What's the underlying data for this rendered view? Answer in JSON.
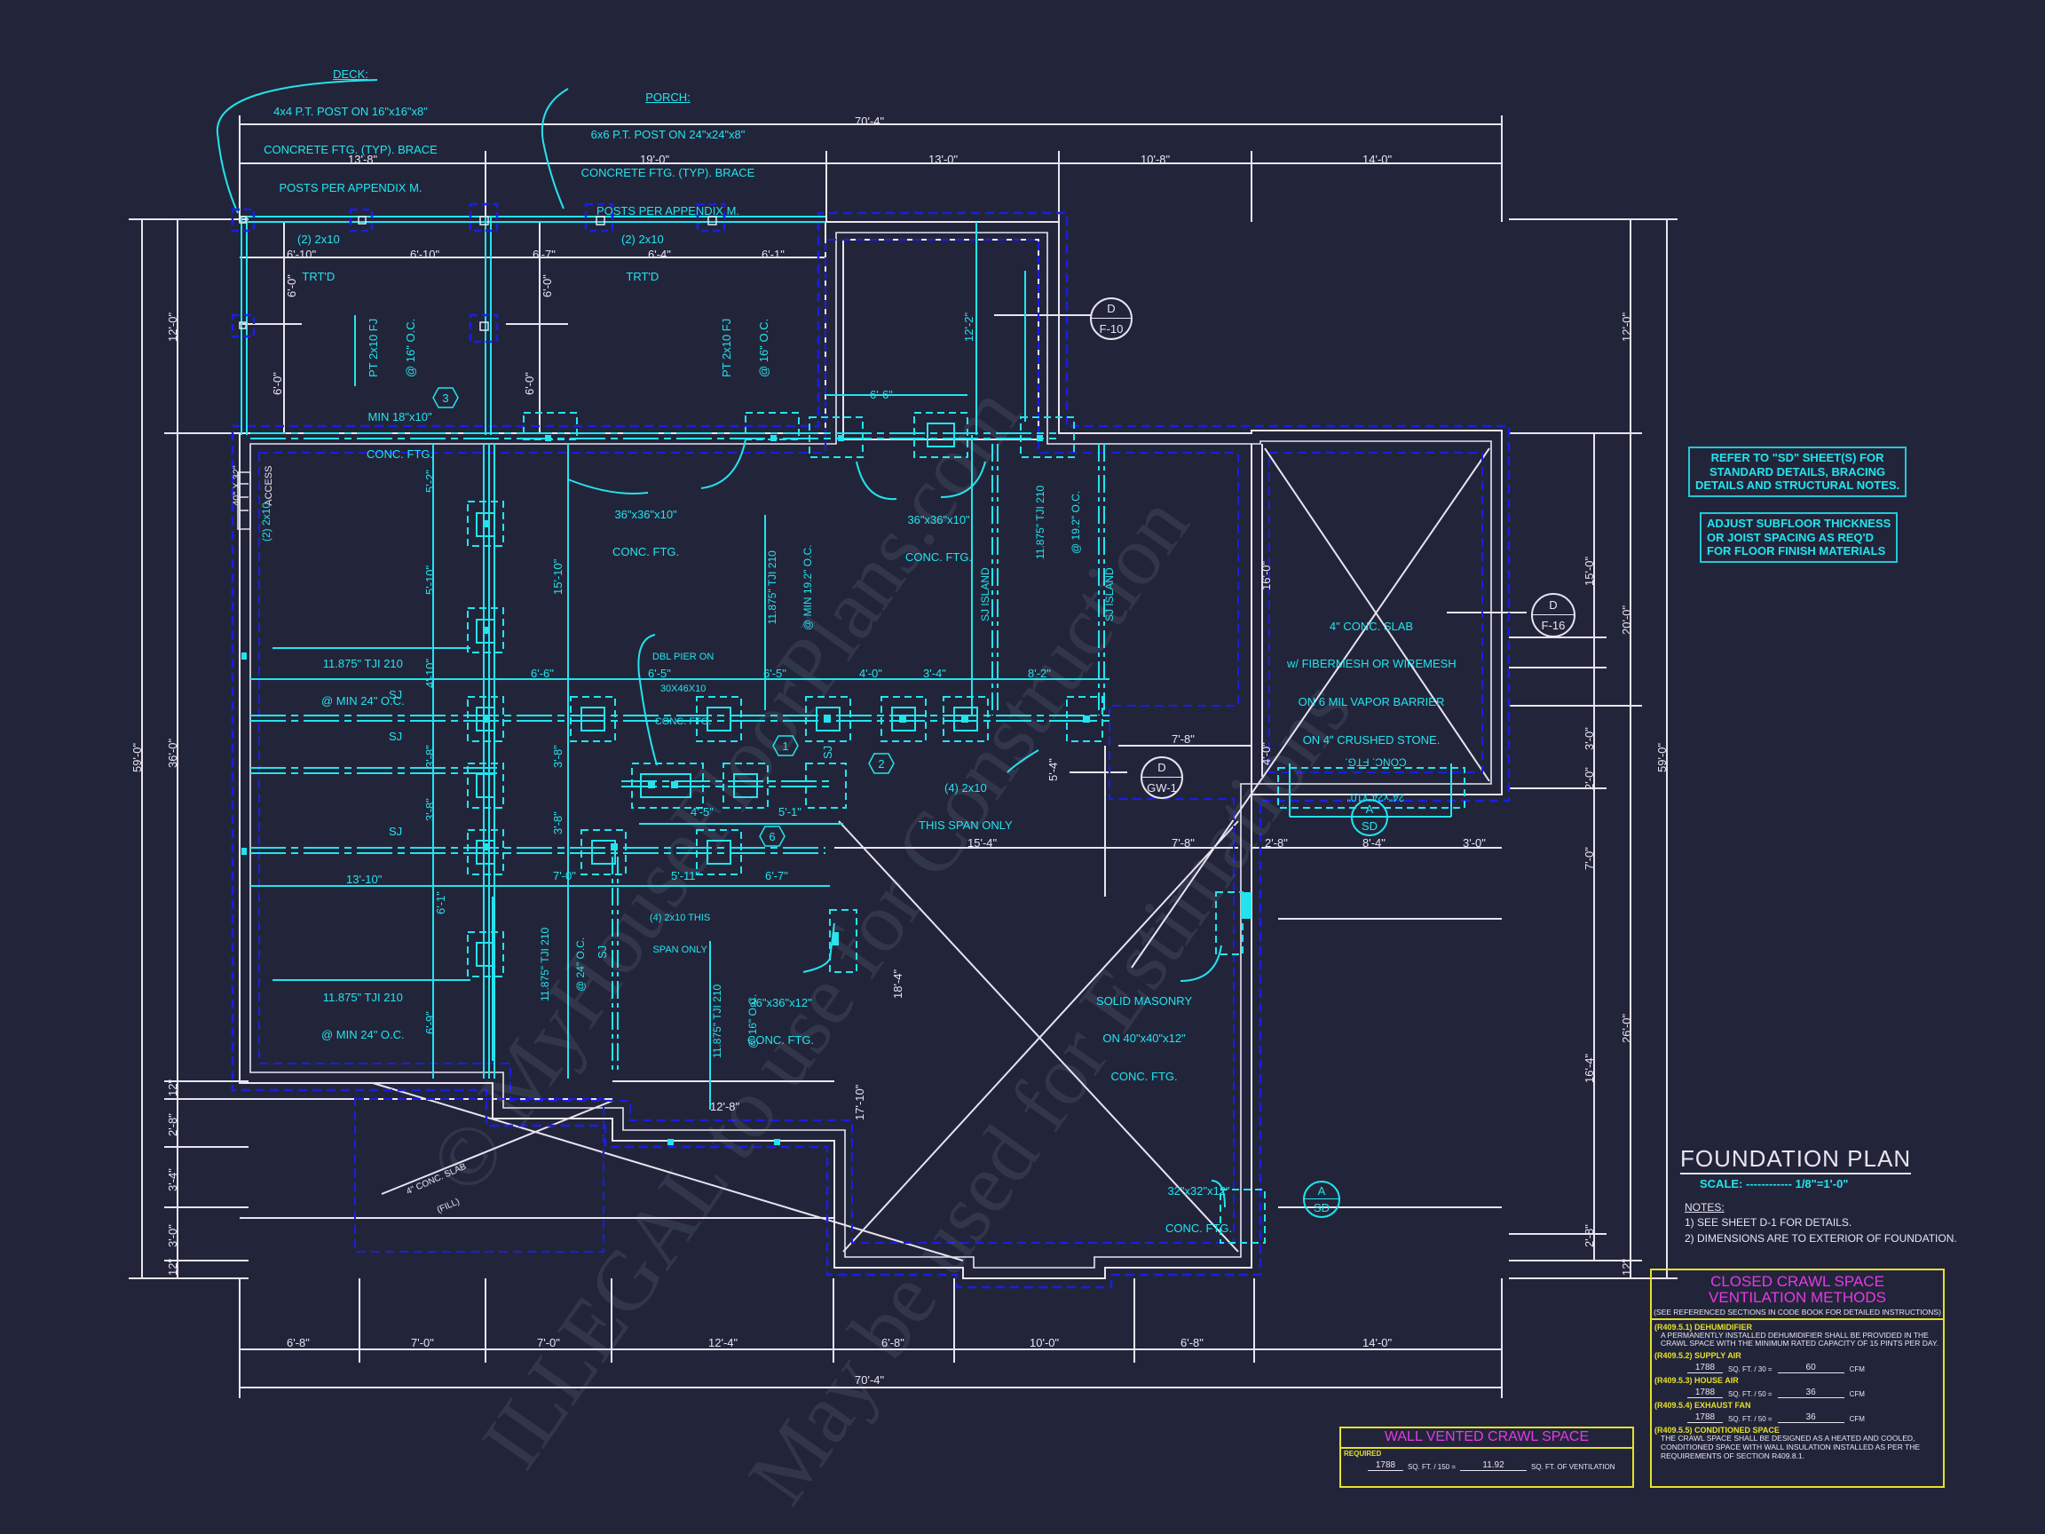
{
  "sheet": {
    "title": "FOUNDATION PLAN",
    "scale_label": "SCALE:",
    "scale_dashes": "------------",
    "scale_value": "1/8\"=1'-0\"",
    "notes_heading": "NOTES:",
    "notes": [
      "1)  SEE SHEET D-1 FOR DETAILS.",
      "2)  DIMENSIONS ARE TO EXTERIOR OF FOUNDATION."
    ],
    "colors": {
      "background": "#22253a",
      "cyan": "#22e4ee",
      "white_lines": "#e8e4f0",
      "blue_dashed": "#1a1ee0",
      "yellow": "#e6e02a",
      "magenta": "#e838e6"
    }
  },
  "callouts": {
    "deck": {
      "heading": "DECK:",
      "lines": [
        "4x4 P.T. POST ON 16\"x16\"x8\"",
        "CONCRETE FTG. (TYP). BRACE",
        "POSTS PER APPENDIX M."
      ]
    },
    "porch": {
      "heading": "PORCH:",
      "lines": [
        "6x6 P.T. POST ON 24\"x24\"x8\"",
        "CONCRETE FTG. (TYP). BRACE",
        "POSTS PER APPENDIX M."
      ]
    },
    "refer_sd": [
      "REFER TO \"SD\"  SHEET(S) FOR",
      "STANDARD DETAILS, BRACING",
      "DETAILS AND STRUCTURAL NOTES."
    ],
    "adjust_subfloor": [
      "ADJUST SUBFLOOR THICKNESS",
      "OR JOIST SPACING AS REQ'D",
      "FOR FLOOR FINISH MATERIALS"
    ]
  },
  "dimensions": {
    "top_overall": "70'-4\"",
    "top_segments": [
      "13'-8\"",
      "19'-0\"",
      "13'-0\"",
      "10'-8\"",
      "14'-0\""
    ],
    "bottom_overall": "70'-4\"",
    "bottom_segments": [
      "6'-8\"",
      "7'-0\"",
      "7'-0\"",
      "12'-4\"",
      "6'-8\"",
      "10'-0\"",
      "6'-8\"",
      "14'-0\""
    ],
    "left_overall": "59'-0\"",
    "left_segments": [
      "12'-0\"",
      "36'-0\"",
      "12\"",
      "2'-8\"",
      "3'-4\"",
      "3'-0\"",
      "12\""
    ],
    "right_overall": "59'-0\"",
    "right_segments": [
      "12'-0\"",
      "20'-0\"",
      "26'-0\"",
      "12\""
    ],
    "right_inner_segments": [
      "15'-0\"",
      "3'-0\"",
      "2'-0\"",
      "7'-0\"",
      "16'-4\"",
      "2'-8\""
    ],
    "deck_row": [
      "6'-10\"",
      "6'-10\"",
      "6'-7\"",
      "6'-4\"",
      "6'-1\""
    ],
    "deck_vertical": [
      "6'-0\"",
      "6'-0\"",
      "6'-0\"",
      "6'-0\""
    ],
    "beam_row_1": [
      "6'-6\"",
      "6'-5\"",
      "6'-5\"",
      "4'-0\"",
      "3'-4\"",
      "8'-2\""
    ],
    "beam_row_mid": [
      "4'-5\"",
      "5'-1\""
    ],
    "beam_row_3": [
      "13'-10\"",
      "7'-0\"",
      "5'-11\"",
      "6'-7\""
    ],
    "pier_vertical": [
      "5'-2\"",
      "5'-10\"",
      "4'-10\"",
      "3'-8\"",
      "3'-8\"",
      "6'-1\"",
      "6'-9\""
    ],
    "misc": {
      "porch_span": "6'-6\"",
      "v_12_2": "12'-2\"",
      "v_15_10": "15'-10\"",
      "v_16_0": "16'-0\"",
      "v_4_0": "4'-0\"",
      "v_5_4": "5'-4\"",
      "v_18_4": "18'-4\"",
      "v_17_10": "17'-10\"",
      "h_7_8_a": "7'-8\"",
      "h_7_8_b": "7'-8\"",
      "h_15_4": "15'-4\"",
      "h_2_8": "2'-8\"",
      "h_8_4": "8'-4\"",
      "h_3_0": "3'-0\"",
      "h_12_8": "12'-8\""
    }
  },
  "labels": {
    "two_2x10_trtd_a": [
      "(2) 2x10",
      "TRT'D"
    ],
    "two_2x10_trtd_b": [
      "(2) 2x10",
      "TRT'D"
    ],
    "pt_fj_a": [
      "PT 2x10 FJ",
      "@ 16\" O.C."
    ],
    "pt_fj_b": [
      "PT 2x10 FJ",
      "@ 16\" O.C."
    ],
    "min_ftg": [
      "MIN 18\"x10\"",
      "CONC. FTG."
    ],
    "access": [
      "40\" X 32\"",
      "ACCESS"
    ],
    "two_2x10_side": "(2) 2x10",
    "conc_ftg_36_a": [
      "36\"x36\"x10\"",
      "CONC. FTG."
    ],
    "conc_ftg_36_b": [
      "36\"x36\"x10\"",
      "CONC. FTG."
    ],
    "tji_left_a": [
      "11.875\" TJI 210",
      "@ MIN 24\" O.C."
    ],
    "tji_left_b": [
      "11.875\" TJI 210",
      "@ MIN 24\" O.C."
    ],
    "tji_center": [
      "11.875\" TJI 210",
      "@ MIN 19.2\" O.C."
    ],
    "tji_porch": [
      "11.875\" TJI 210",
      "@ 19.2\" O.C."
    ],
    "tji_lower_a": [
      "11.875\" TJI 210",
      "@ 24\" O.C."
    ],
    "tji_lower_b": [
      "11.875\" TJI 210",
      "@ 16\" O.C."
    ],
    "dbl_pier": [
      "DBL PIER ON",
      "30X46X10",
      "CONC. FTG."
    ],
    "sj_island_a": "SJ ISLAND",
    "sj_island_b": "SJ ISLAND",
    "sj": "SJ",
    "four_2x10_a": [
      "(4) 2x10",
      "THIS SPAN ONLY"
    ],
    "four_2x10_b": [
      "(4) 2x10 THIS",
      "SPAN ONLY"
    ],
    "conc_ftg_36x12": [
      "36\"x36\"x12\"",
      "CONC. FTG."
    ],
    "garage_slab": [
      "4\" CONC. SLAB",
      "w/ FIBERMESH OR WIREMESH",
      "ON 6 MIL VAPOR BARRIER",
      "ON 4\" CRUSHED STONE."
    ],
    "ftg_24_mirrored": [
      "24\"x24\"x10\"",
      "CONC. FTG."
    ],
    "solid_masonry": [
      "SOLID MASONRY",
      "ON 40\"x40\"x12\"",
      "CONC. FTG."
    ],
    "conc_ftg_32": [
      "32\"x32\"x12\"",
      "CONC. FTG."
    ],
    "slab_fill": [
      "4\" CONC. SLAB",
      "(FILL)"
    ]
  },
  "detail_tags": [
    {
      "id": "tag-d-f10",
      "top": "D",
      "bottom": "F-10"
    },
    {
      "id": "tag-d-f16",
      "top": "D",
      "bottom": "F-16"
    },
    {
      "id": "tag-d-gw1",
      "top": "D",
      "bottom": "GW-1"
    },
    {
      "id": "tag-a-sd-1",
      "top": "A",
      "bottom": "SD"
    },
    {
      "id": "tag-a-sd-2",
      "top": "A",
      "bottom": "SD"
    }
  ],
  "hex_tags": [
    "1",
    "2",
    "3",
    "6"
  ],
  "closed_crawl": {
    "title_lines": [
      "CLOSED CRAWL SPACE",
      "VENTILATION METHODS"
    ],
    "subtitle": "(SEE REFERENCED SECTIONS IN CODE BOOK FOR DETAILED INSTRUCTIONS)",
    "sections": [
      {
        "code": "(R409.5.1)",
        "name": "DEHUMIDIFIER",
        "body": [
          "A PERMANENTLY INSTALLED DEHUMIDIFIER SHALL BE PROVIDED IN THE",
          "CRAWL SPACE WITH THE MINIMUM RATED CAPACITY OF 15 PINTS PER DAY."
        ]
      },
      {
        "code": "(R409.5.2)",
        "name": "SUPPLY AIR",
        "area": "1788",
        "divisor": "SQ. FT. / 30 =",
        "result": "60",
        "unit": "CFM"
      },
      {
        "code": "(R409.5.3)",
        "name": "HOUSE AIR",
        "area": "1788",
        "divisor": "SQ. FT. / 50 =",
        "result": "36",
        "unit": "CFM"
      },
      {
        "code": "(R409.5.4)",
        "name": "EXHAUST FAN",
        "area": "1788",
        "divisor": "SQ. FT. / 50 =",
        "result": "36",
        "unit": "CFM"
      },
      {
        "code": "(R409.5.5)",
        "name": "CONDITIONED SPACE",
        "body": [
          "THE CRAWL SPACE SHALL BE DESIGNED AS A HEATED AND COOLED,",
          "CONDITIONED SPACE WITH WALL INSULATION INSTALLED AS PER THE",
          "REQUIREMENTS OF SECTION R409.8.1."
        ]
      }
    ]
  },
  "wall_vented": {
    "title": "WALL VENTED CRAWL SPACE",
    "required_label": "REQUIRED",
    "area": "1788",
    "divisor": "SQ. FT. / 150 =",
    "result": "11.92",
    "unit": "SQ. FT. OF VENTILATION"
  },
  "watermark": {
    "lines": [
      "© MyHouseFloorPlans.com",
      "ILLEGAL to use for Construction",
      "May be used for Estimations"
    ]
  }
}
